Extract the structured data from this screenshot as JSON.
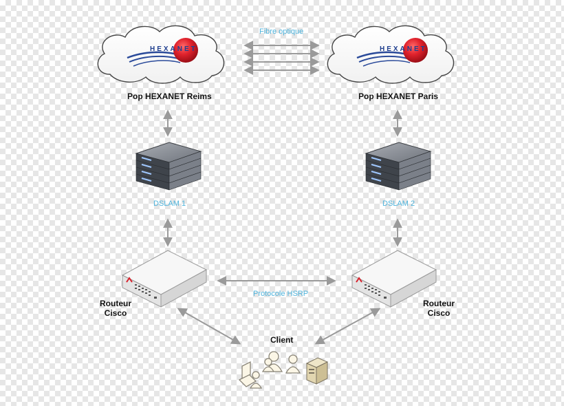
{
  "fiber_label": "Fibre optique",
  "pops": [
    {
      "name": "Pop HEXANET Reims",
      "logo_text": "HEXANET"
    },
    {
      "name": "Pop HEXANET Paris",
      "logo_text": "HEXANET"
    }
  ],
  "dslams": [
    "DSLAM 1",
    "DSLAM 2"
  ],
  "routers": [
    {
      "line1": "Routeur",
      "line2": "Cisco"
    },
    {
      "line1": "Routeur",
      "line2": "Cisco"
    }
  ],
  "hsrp_label": "Protocole HSRP",
  "client_label": "Client",
  "colors": {
    "accent_label": "#4db3dc",
    "logo_red": "#d81f2a",
    "logo_blue": "#1f3f8f",
    "arrow": "#999999"
  }
}
